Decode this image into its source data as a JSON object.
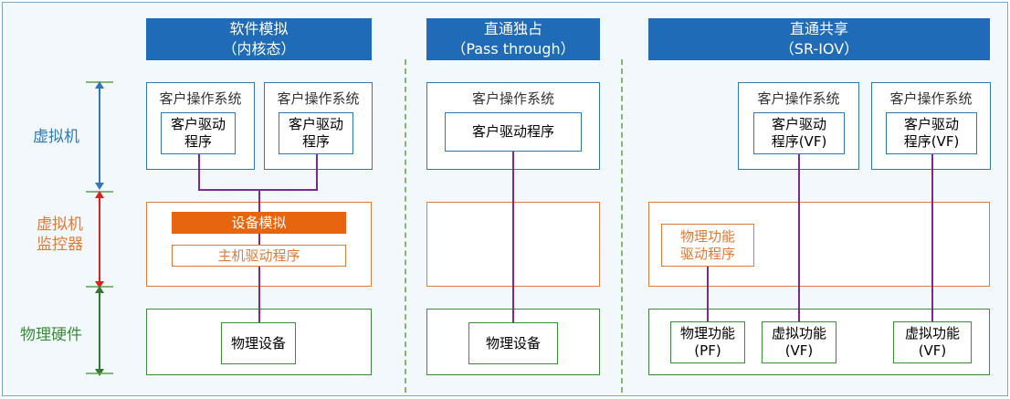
{
  "levels": {
    "vm": "虚拟机",
    "hypervisor_line1": "虚拟机",
    "hypervisor_line2": "监控器",
    "hardware": "物理硬件"
  },
  "columns": {
    "software": {
      "title_line1": "软件模拟",
      "title_line2": "（内核态）",
      "guest_os_1": "客户操作系统",
      "guest_driver_1_line1": "客户驱动",
      "guest_driver_1_line2": "程序",
      "guest_os_2": "客户操作系统",
      "guest_driver_2_line1": "客户驱动",
      "guest_driver_2_line2": "程序",
      "device_emulation": "设备模拟",
      "host_driver": "主机驱动程序",
      "physical_device": "物理设备"
    },
    "passthrough": {
      "title_line1": "直通独占",
      "title_line2": "（Pass through）",
      "guest_os": "客户操作系统",
      "guest_driver": "客户驱动程序",
      "physical_device": "物理设备"
    },
    "sriov": {
      "title_line1": "直通共享",
      "title_line2": "（SR-IOV）",
      "guest_os_1": "客户操作系统",
      "guest_driver_1_line1": "客户驱动",
      "guest_driver_1_line2": "程序(VF)",
      "guest_os_2": "客户操作系统",
      "guest_driver_2_line1": "客户驱动",
      "guest_driver_2_line2": "程序(VF)",
      "pf_driver_line1": "物理功能",
      "pf_driver_line2": "驱动程序",
      "pf_line1": "物理功能",
      "pf_line2": "(PF)",
      "vf1_line1": "虚拟功能",
      "vf1_line2": "(VF)",
      "vf2_line1": "虚拟功能",
      "vf2_line2": "(VF)"
    }
  },
  "colors": {
    "header_blue": "#1f6bb7",
    "vm_level": "#2f79b8",
    "hypervisor_level": "#e07b39",
    "hardware_level": "#3c8c3c",
    "connector": "#7b2a8f",
    "device_emulation_fill": "#e8650f",
    "arrow_blue": "#2f79b8",
    "arrow_red": "#e02020",
    "arrow_green": "#2f7a2f"
  }
}
